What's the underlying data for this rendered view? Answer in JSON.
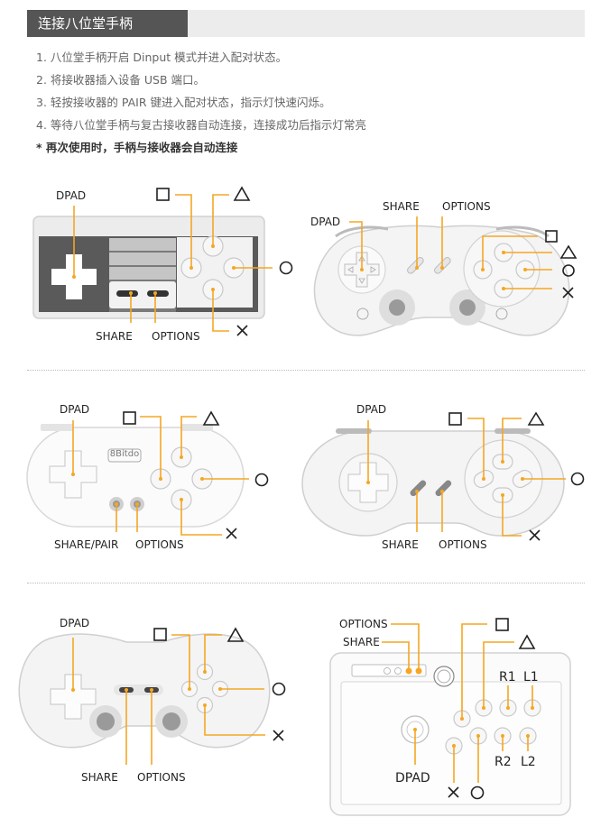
{
  "section": {
    "title": "连接八位堂手柄"
  },
  "steps": [
    "1. 八位堂手柄开启 Dinput 模式并进入配对状态。",
    "2. 将接收器插入设备 USB 端口。",
    "3. 轻按接收器的 PAIR 键进入配对状态，指示灯快速闪烁。",
    "4. 等待八位堂手柄与复古接收器自动连接，连接成功后指示灯常亮"
  ],
  "note": "*  再次使用时，手柄与接收器会自动连接",
  "labels": {
    "dpad": "DPAD",
    "share": "SHARE",
    "options": "OPTIONS",
    "share_pair": "SHARE/PAIR",
    "r1": "R1",
    "l1": "L1",
    "r2": "R2",
    "l2": "L2",
    "brand": "8Bitdo"
  },
  "symbols": {
    "square": "□",
    "triangle": "△",
    "circle": "○",
    "cross": "✕"
  },
  "colors": {
    "accent": "#f5a623",
    "controller_dark": "#555555",
    "controller_light": "#f2f2f2",
    "title_bg": "#555555"
  }
}
